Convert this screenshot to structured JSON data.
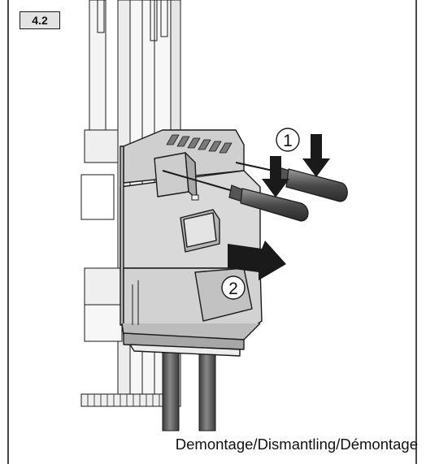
{
  "figure": {
    "step_label": "4.2",
    "caption": "Demontage/Dismantling/Démontage",
    "callouts": [
      {
        "number": "1"
      },
      {
        "number": "2"
      }
    ]
  },
  "colors": {
    "outline": "#1a1a1a",
    "housing": "#d7d7d7",
    "housing_shade": "#bdbdbd",
    "rail": "#f0f0f0",
    "cable": "#555555",
    "badge_fill": "#e3e3e3"
  }
}
